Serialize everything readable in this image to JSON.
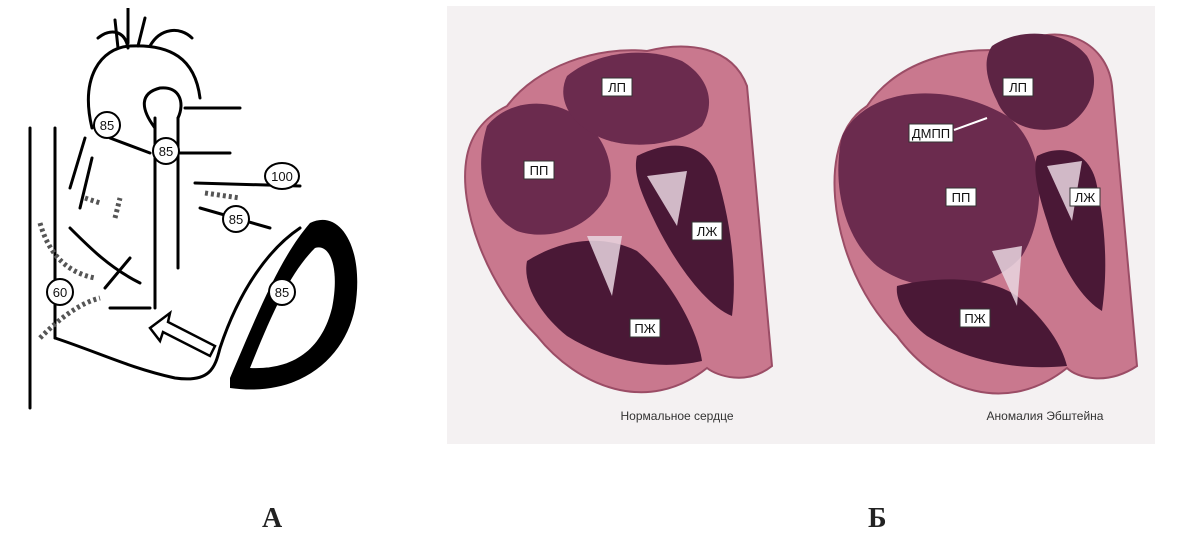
{
  "figure_labels": {
    "a": "А",
    "b": "Б"
  },
  "panel_a": {
    "saturations": [
      "85",
      "85",
      "100",
      "85",
      "85",
      "60"
    ]
  },
  "panel_b": {
    "normal": {
      "la": "ЛП",
      "ra": "ПП",
      "lv": "ЛЖ",
      "rv": "ПЖ",
      "caption": "Нормальное сердце"
    },
    "ebstein": {
      "asd": "ДМПП",
      "la": "ЛП",
      "ra": "ПП",
      "lv": "ЛЖ",
      "rv": "ПЖ",
      "caption": "Аномалия Эбштейна"
    }
  },
  "colors": {
    "muscle": "#c9788e",
    "chamber": "#6b2b4e",
    "chamber_dark": "#4a1836",
    "valve": "#e9d6e0"
  }
}
